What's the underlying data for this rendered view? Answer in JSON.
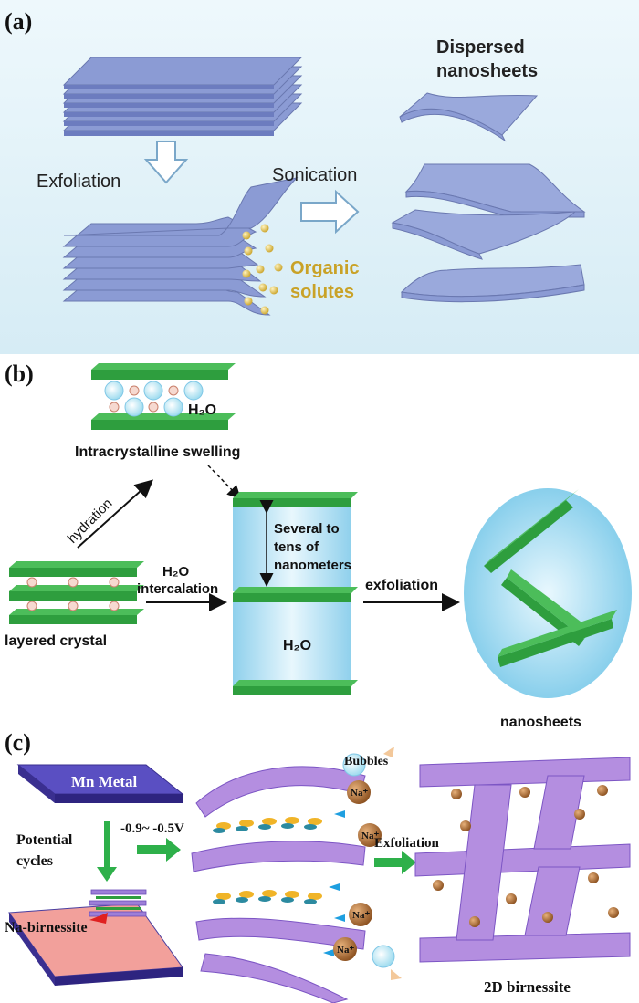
{
  "panel_a": {
    "label": "(a)",
    "exfoliation": "Exfoliation",
    "sonication": "Sonication",
    "dispersed_line1": "Dispersed",
    "dispersed_line2": "nanosheets",
    "organic_line1": "Organic",
    "organic_line2": "solutes"
  },
  "panel_b": {
    "label": "(b)",
    "h2o_top": "H₂O",
    "swelling": "Intracrystalline swelling",
    "hydration": "hydration",
    "intercalation_line1": "H₂O",
    "intercalation_line2": "intercalation",
    "spacing_line1": "Several to",
    "spacing_line2": "tens of",
    "spacing_line3": "nanometers",
    "h2o_mid": "H₂O",
    "exfoliation": "exfoliation",
    "layered_crystal": "layered crystal",
    "nanosheets": "nanosheets"
  },
  "panel_c": {
    "label": "(c)",
    "mn_metal": "Mn Metal",
    "potential_line1": "Potential",
    "potential_line2": "cycles",
    "voltage": "-0.9~ -0.5V",
    "na_birnessite": "Na-birnessite",
    "bubbles": "Bubbles",
    "na_ion": "Na⁺",
    "exfoliation": "Exfoliation",
    "birnessite_2d": "2D birnessite"
  },
  "colors": {
    "panel_a_bg": "#e3f2f8",
    "sheet_blue": "#8b9bd4",
    "sheet_green": "#2e9e3e",
    "water_blue": "#bfe6f5",
    "organic_gold": "#c9a227",
    "mn_purple": "#5544aa",
    "birnessite_purple": "#b48ee0",
    "na_brown": "#a0622a",
    "arrow_green": "#2eb04a"
  }
}
